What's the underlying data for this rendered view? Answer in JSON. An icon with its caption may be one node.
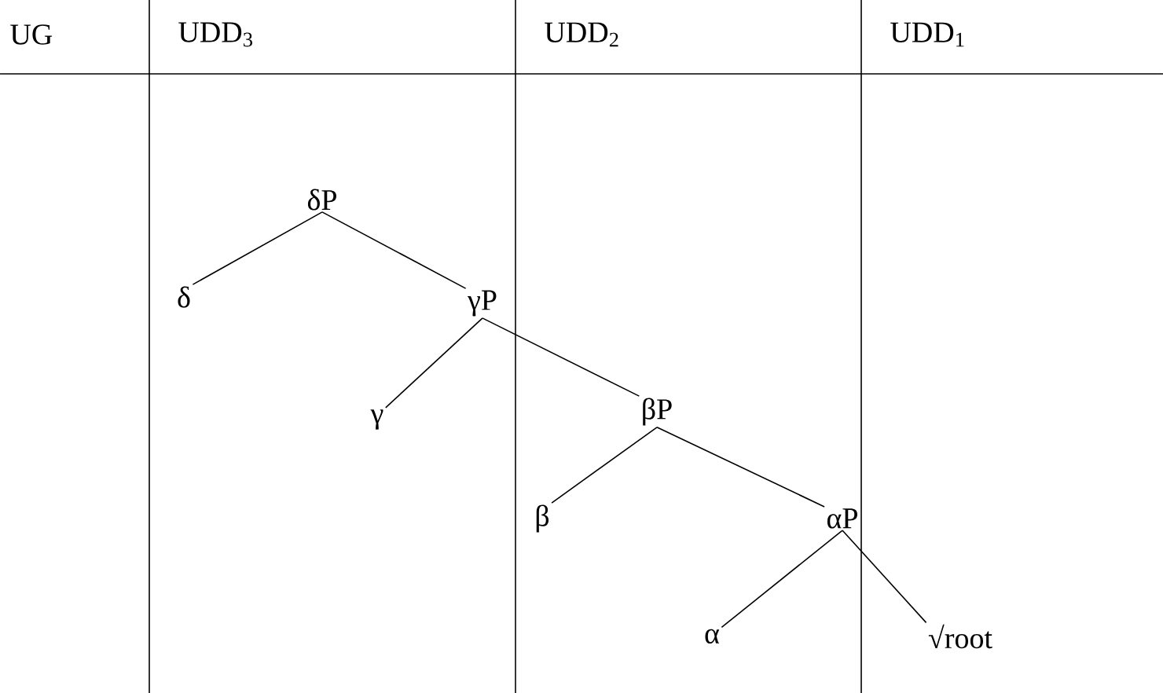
{
  "diagram": {
    "nodes": [
      {
        "text": [
          "δP"
        ]
      },
      {
        "text": [
          "δ"
        ]
      },
      {
        "text": [
          "γP"
        ]
      },
      {
        "text": [
          "γ"
        ]
      },
      {
        "text": [
          "βP"
        ]
      },
      {
        "text": [
          "β"
        ]
      },
      {
        "text": [
          "αP"
        ]
      },
      {
        "text": [
          "α"
        ]
      },
      {
        "text": [
          "√root"
        ]
      }
    ],
    "edges": [
      {
        "from": 0,
        "to": 1,
        "arrow": "none"
      },
      {
        "from": 0,
        "to": 2,
        "arrow": "none"
      },
      {
        "from": 2,
        "to": 3,
        "arrow": "none"
      },
      {
        "from": 2,
        "to": 4,
        "arrow": "none"
      },
      {
        "from": 4,
        "to": 5,
        "arrow": "none"
      },
      {
        "from": 4,
        "to": 6,
        "arrow": "none"
      },
      {
        "from": 6,
        "to": 7,
        "arrow": "none"
      },
      {
        "from": 6,
        "to": 8,
        "arrow": "none"
      }
    ],
    "labels": [
      "UG",
      "UDD$_{3}$",
      "UDD$_{2}$",
      "UDD$_{1}$"
    ]
  }
}
